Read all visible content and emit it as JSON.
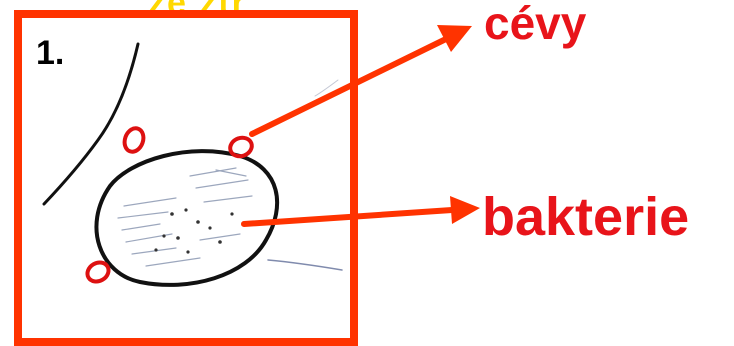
{
  "slide": {
    "cropped_top_text": "ze ztr",
    "step_number": "1.",
    "labels": {
      "vessels": "cévy",
      "bacteria": "bakterie"
    }
  },
  "colors": {
    "frame": "#ff3300",
    "arrow": "#ff3300",
    "label_text": "#e8141a",
    "sketch": "#111111",
    "vessel_outline": "#dd1111",
    "top_text": "#ffd800"
  }
}
